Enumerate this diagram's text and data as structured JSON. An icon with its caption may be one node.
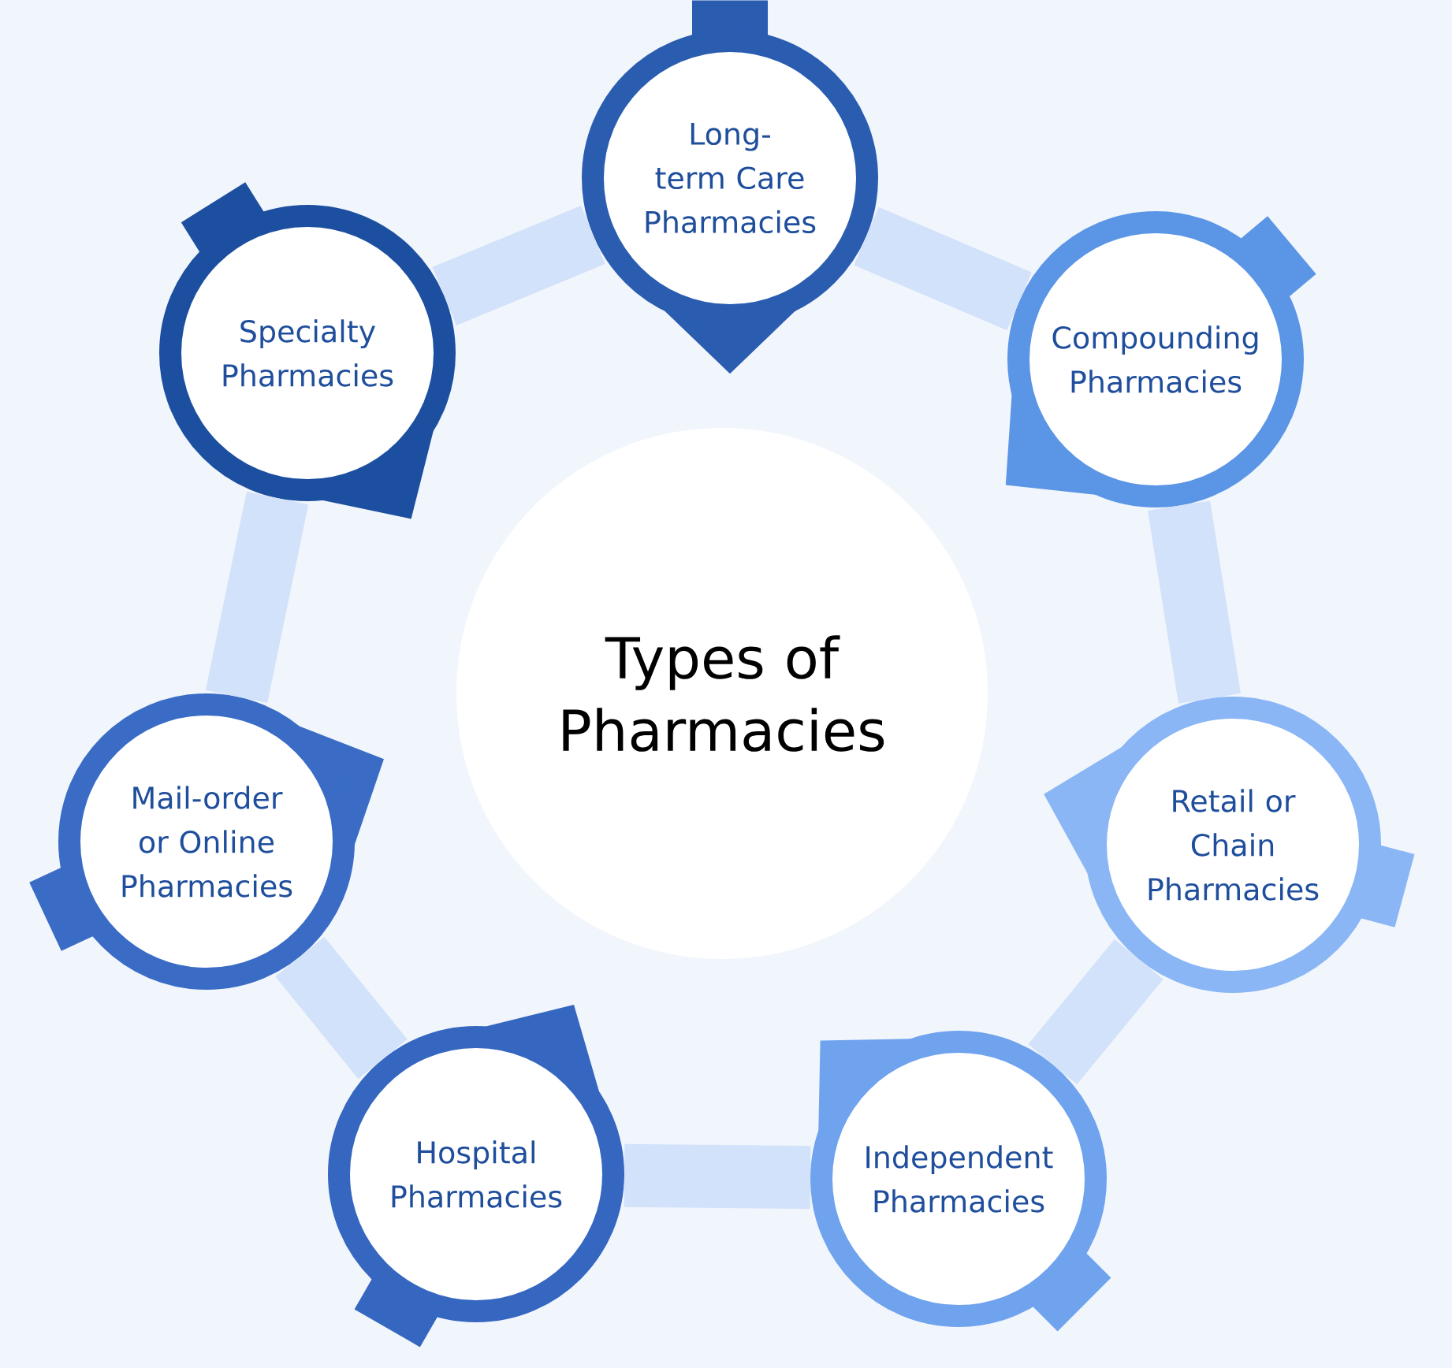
{
  "diagram": {
    "nodes": [
      {
        "text": [
          "Types of Pharmacies"
        ]
      },
      {
        "text": [
          "Long-term Care Pharmacies"
        ]
      },
      {
        "text": [
          "Compounding Pharmacies"
        ]
      },
      {
        "text": [
          "Retail or Chain Pharmacies"
        ]
      },
      {
        "text": [
          "Independent Pharmacies"
        ]
      },
      {
        "text": [
          "Hospital Pharmacies"
        ]
      },
      {
        "text": [
          "Mail-order or Online Pharmacies"
        ]
      },
      {
        "text": [
          "Specialty Pharmacies"
        ]
      }
    ],
    "edges": [
      {
        "from": 1,
        "to": 2,
        "arrow": "none"
      },
      {
        "from": 2,
        "to": 3,
        "arrow": "none"
      },
      {
        "from": 3,
        "to": 4,
        "arrow": "none"
      },
      {
        "from": 4,
        "to": 5,
        "arrow": "none"
      },
      {
        "from": 5,
        "to": 6,
        "arrow": "none"
      },
      {
        "from": 6,
        "to": 7,
        "arrow": "none"
      },
      {
        "from": 7,
        "to": 1,
        "arrow": "none"
      }
    ]
  }
}
